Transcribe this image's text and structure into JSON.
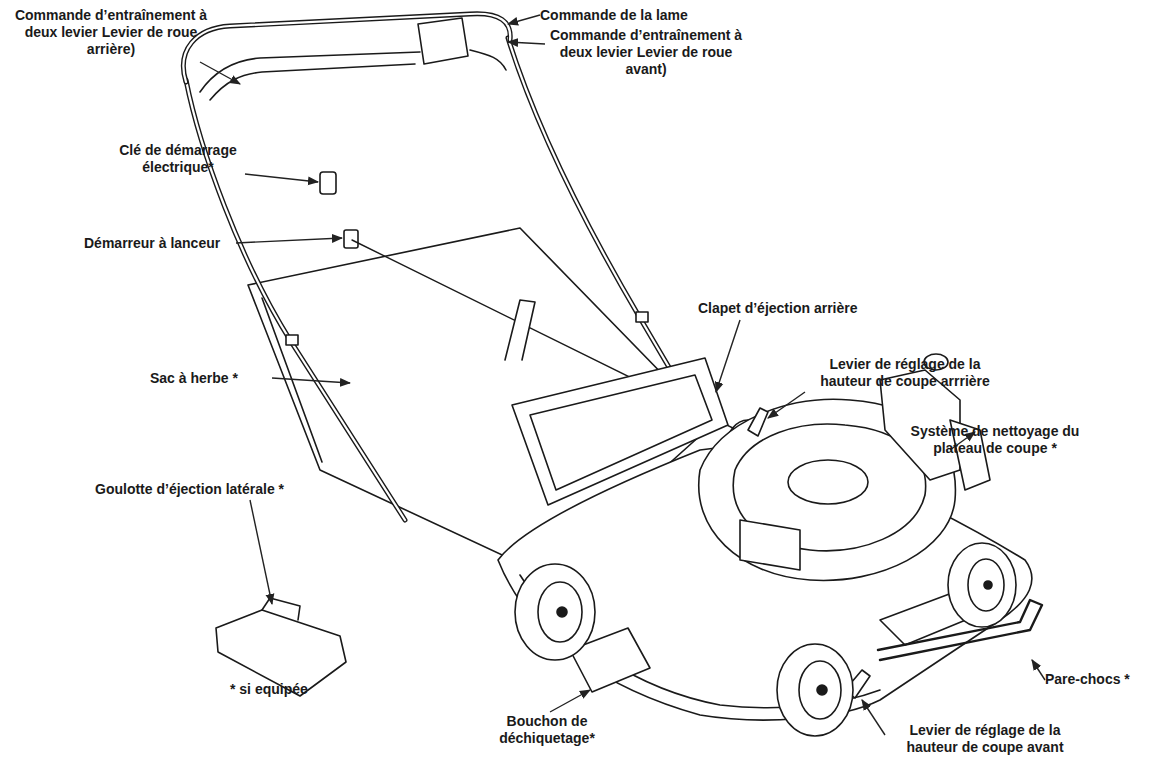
{
  "diagram": {
    "labels": [
      "Commande d’entraînement à deux levier Levier de roue arrière)",
      "Commande de la lame",
      "Commande d’entraînement à deux levier Levier de roue avant)",
      "Clé de démarrage électrique*",
      "Démarreur à lanceur",
      "Clapet d’éjection arrière",
      "Sac à herbe *",
      "Levier de réglage de la hauteur de coupe arrrière",
      "Système de nettoyage du plateau de coupe *",
      "Goulotte d’éjection latérale *",
      "Pare-chocs *",
      "* si equipée",
      "Bouchon de déchiquetage*",
      "Levier de réglage de la hauteur de coupe avant"
    ]
  }
}
